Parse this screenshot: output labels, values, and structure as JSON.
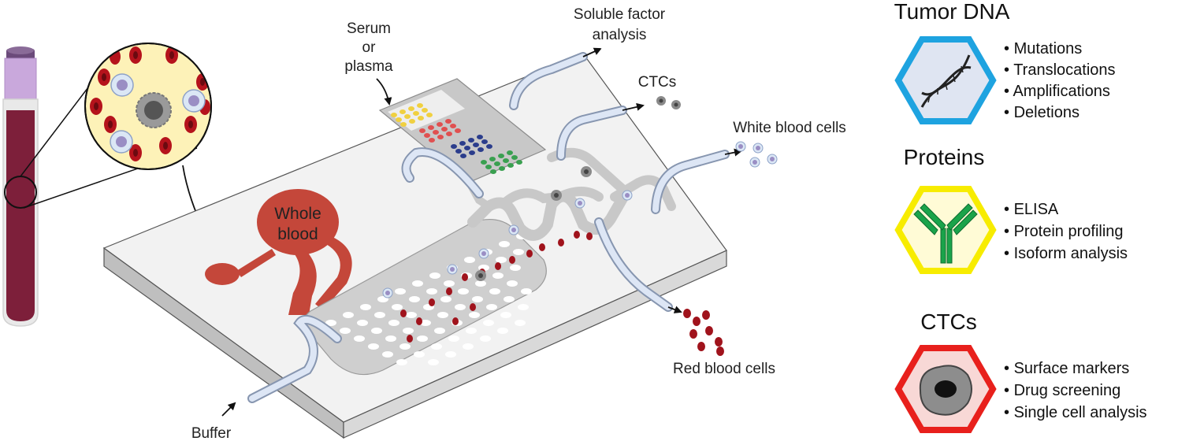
{
  "diagram": {
    "labels": {
      "serum_line1": "Serum",
      "serum_line2": "or",
      "serum_line3": "plasma",
      "soluble_line1": "Soluble factor",
      "soluble_line2": "analysis",
      "ctcs_out": "CTCs",
      "wbc_out": "White blood cells",
      "whole_line1": "Whole",
      "whole_line2": "blood",
      "rbc_out": "Red blood cells",
      "buffer": "Buffer"
    }
  },
  "analysis_panels": [
    {
      "title": "Tumor DNA",
      "icon": "dna-icon",
      "border_color": "#1ea3e0",
      "fill_color": "#dfe5f2",
      "items": [
        "Mutations",
        "Translocations",
        "Amplifications",
        "Deletions"
      ]
    },
    {
      "title": "Proteins",
      "icon": "antibody-icon",
      "border_color": "#f7ec00",
      "fill_color": "#fffbd6",
      "items": [
        "ELISA",
        "Protein profiling",
        "Isoform analysis"
      ]
    },
    {
      "title": "CTCs",
      "icon": "tumor-cell-icon",
      "border_color": "#e8201c",
      "fill_color": "#f8d8d6",
      "items": [
        "Surface markers",
        "Drug screening",
        "Single cell analysis"
      ]
    }
  ],
  "colors": {
    "blood": "#7d1f3a",
    "red_cell": "#b5131c",
    "chip_top": "#f2f2f2",
    "channel": "#c8c8c8",
    "whole_blood": "#c4473a"
  }
}
